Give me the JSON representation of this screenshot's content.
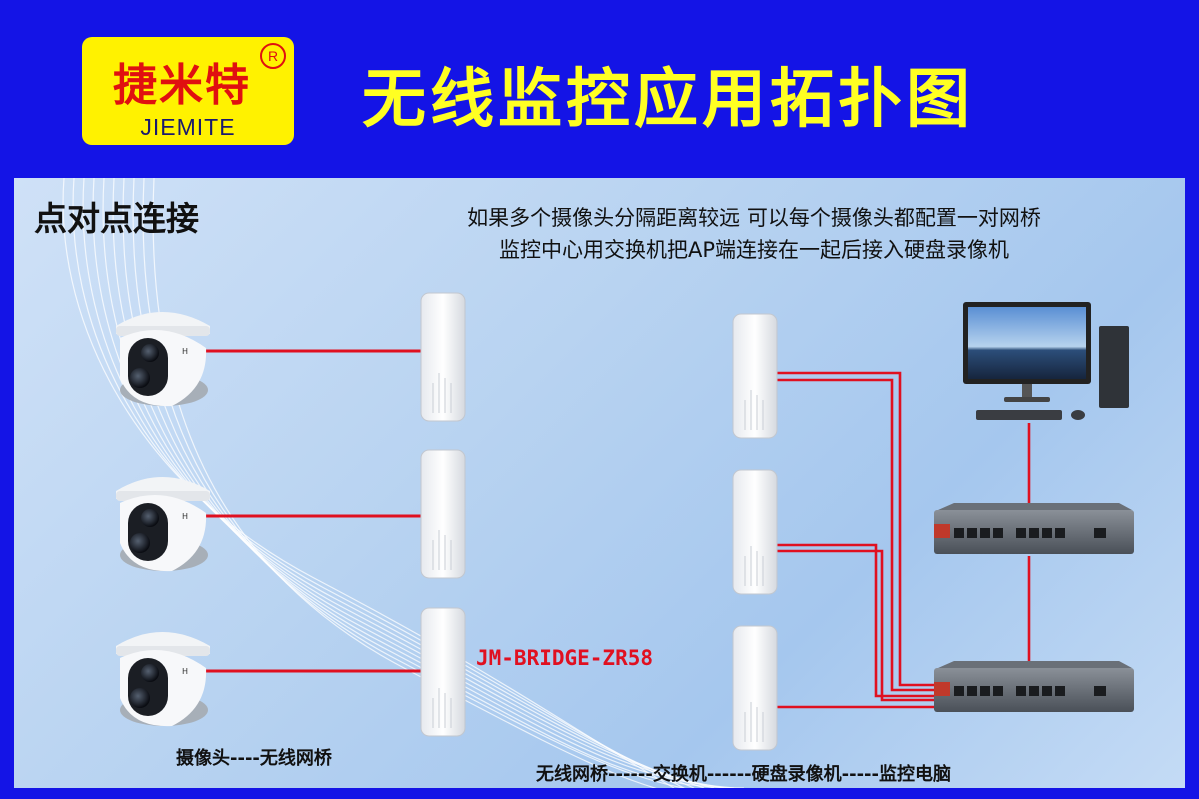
{
  "header": {
    "logo_cn": "捷米特",
    "logo_en": "JIEMITE",
    "logo_reg": "R",
    "title": "无线监控应用拓扑图"
  },
  "panel": {
    "subtitle": "点对点连接",
    "description_line1": "如果多个摄像头分隔距离较远 可以每个摄像头都配置一对网桥",
    "description_line2": "监控中心用交换机把AP端连接在一起后接入硬盘录像机",
    "model_label": "JM-BRIDGE-ZR58",
    "caption_left": "摄像头----无线网桥",
    "caption_right": "无线网桥------交换机------硬盘录像机-----监控电脑"
  },
  "colors": {
    "background": "#1414e6",
    "logo_bg": "#fff200",
    "title": "#ffff22",
    "link": "#e01020"
  }
}
